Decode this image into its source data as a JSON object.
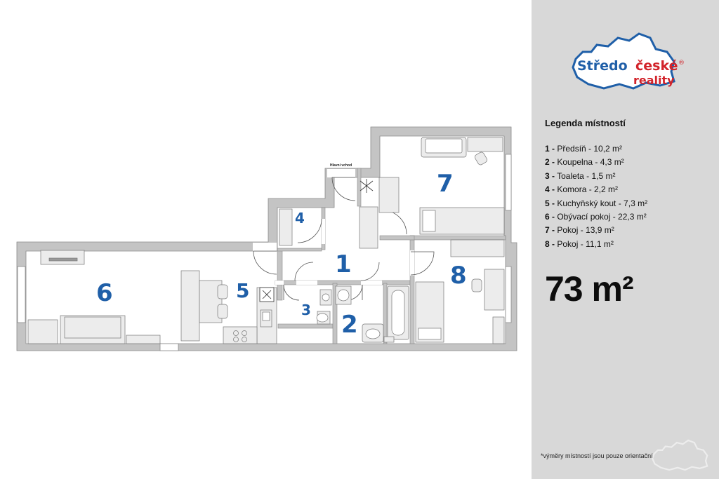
{
  "plan": {
    "entrance_label": "Hlavní vchod",
    "rooms": [
      {
        "id": "1"
      },
      {
        "id": "2"
      },
      {
        "id": "3"
      },
      {
        "id": "4"
      },
      {
        "id": "5"
      },
      {
        "id": "6"
      },
      {
        "id": "7"
      },
      {
        "id": "8"
      }
    ]
  },
  "logo": {
    "line1_a": "Středo",
    "line1_b": "české",
    "line2": "reality",
    "registered": "®",
    "colors": {
      "blue": "#1f5fa8",
      "red": "#d2232a"
    }
  },
  "legend": {
    "title": "Legenda místností",
    "items": [
      {
        "num": "1 -",
        "text": " Předsíň - 10,2 m²"
      },
      {
        "num": "2 -",
        "text": " Koupelna - 4,3 m²"
      },
      {
        "num": "3 -",
        "text": " Toaleta - 1,5 m²"
      },
      {
        "num": "4 -",
        "text": " Komora - 2,2 m²"
      },
      {
        "num": "5 -",
        "text": " Kuchyňský kout - 7,3 m²"
      },
      {
        "num": "6 -",
        "text": " Obývací pokoj - 22,3 m²"
      },
      {
        "num": "7 -",
        "text": " Pokoj - 13,9 m²"
      },
      {
        "num": "8 -",
        "text": " Pokoj - 11,1 m²"
      }
    ]
  },
  "total_area": "73 m²",
  "footnote": "*výměry místností jsou pouze orientační"
}
